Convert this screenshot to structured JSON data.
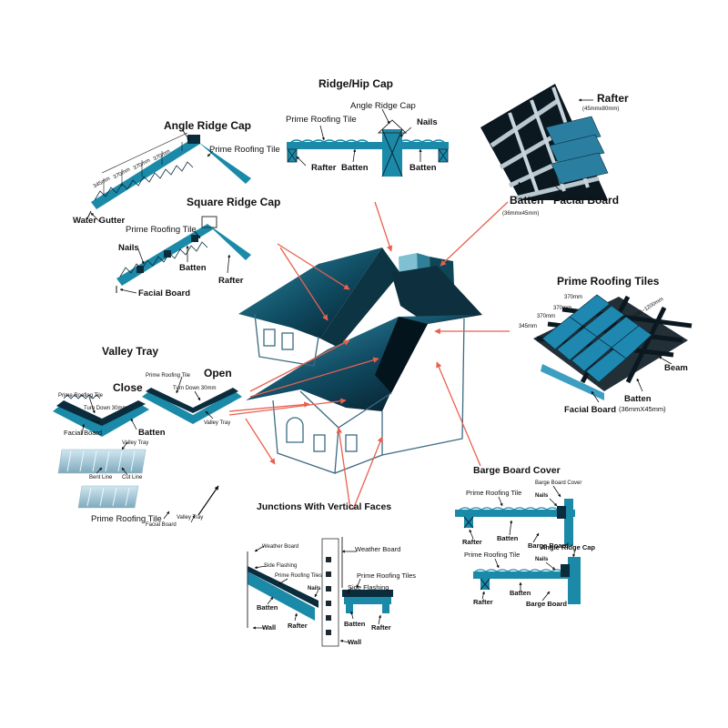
{
  "colors": {
    "tile": "#1a8aa8",
    "tile_light": "#6cc6df",
    "panel_dark": "#0b2c3c",
    "arrow": "#e8604f",
    "ink": "#111111"
  },
  "sections": {
    "ridge_hip": {
      "title": "Ridge/Hip Cap",
      "labels": {
        "angle_ridge_cap": "Angle Ridge Cap",
        "prime_roofing_tile": "Prime Roofing Tile",
        "nails": "Nails",
        "rafter": "Rafter",
        "batten_left": "Batten",
        "batten_right": "Batten"
      }
    },
    "angle_ridge": {
      "title": "Angle Ridge Cap",
      "labels": {
        "prime_roofing_tile": "Prime Roofing Tile",
        "water_gutter": "Water Gutter"
      },
      "dims": [
        "345mm",
        "370mm",
        "370mm",
        "370mm"
      ]
    },
    "square_ridge": {
      "title": "Square Ridge Cap",
      "labels": {
        "prime_roofing_tile": "Prime Roofing Tile",
        "nails": "Nails",
        "batten": "Batten",
        "rafter": "Rafter",
        "facial_board": "Facial Board"
      }
    },
    "rafter_panel": {
      "labels": {
        "rafter": "Rafter",
        "rafter_size": "(45mmx80mm)",
        "batten": "Batten",
        "batten_size": "(36mmx45mm)",
        "facial_board": "Facial Board"
      }
    },
    "prime_tiles": {
      "title": "Prime Roofing Tiles",
      "labels": {
        "beam": "Beam",
        "facial_board": "Facial Board",
        "batten": "Batten",
        "batten_size": "(36mmX45mm)",
        "spacing": "1100~1200mm"
      },
      "dims": [
        "370mm",
        "370mm",
        "370mm",
        "345mm"
      ]
    },
    "valley": {
      "title": "Valley Tray",
      "close": "Close",
      "open": "Open",
      "labels": {
        "prime_roofing_tile_l": "Prime Roofing Tile",
        "turn_down_l": "Turn Down 30mm",
        "facial_board": "Facial Board",
        "batten": "Batten",
        "prime_roofing_tile_r": "Prime Roofing Tile",
        "turn_down_r": "Turn Down 30mm",
        "valley_tray_r": "Valley Tray",
        "valley_tray_l": "Valley Tray",
        "bent_line": "Bent Line",
        "cut_line": "Cut Line",
        "prime_roofing_tile_b": "Prime Roofing Tile",
        "facial_board_b": "Facial Board",
        "valley_tray_b": "Valley Tray"
      }
    },
    "junctions": {
      "title": "Junctions With Vertical Faces",
      "labels": {
        "weather_board_l": "Weather Board",
        "side_flashing_l": "Side Flashing",
        "prime_roofing_tiles_l": "Prime Roofing Tiles",
        "nails": "Nails",
        "batten_l": "Batten",
        "rafter_l": "Rafter",
        "wall_l": "Wall",
        "weather_board_r": "Weather Board",
        "prime_roofing_tiles_r": "Prime Roofing Tiles",
        "side_flashing_r": "Side Flashing",
        "batten_r": "Batten",
        "rafter_r": "Rafter",
        "wall_r": "Wall"
      }
    },
    "barge": {
      "title": "Barge Board Cover",
      "labels": {
        "prime_roofing_tile_1": "Prime Roofing Tile",
        "barge_board_cover": "Barge Board Cover",
        "nails_1": "Nails",
        "rafter_1": "Rafter",
        "batten_1": "Batten",
        "barge_board_1": "Barge Board",
        "prime_roofing_tile_2": "Prime Roofing Tile",
        "angle_ridge_cap": "Angle Ridge Cap",
        "nails_2": "Nails",
        "rafter_2": "Rafter",
        "batten_2": "Batten",
        "barge_board_2": "Barge Board"
      }
    }
  }
}
